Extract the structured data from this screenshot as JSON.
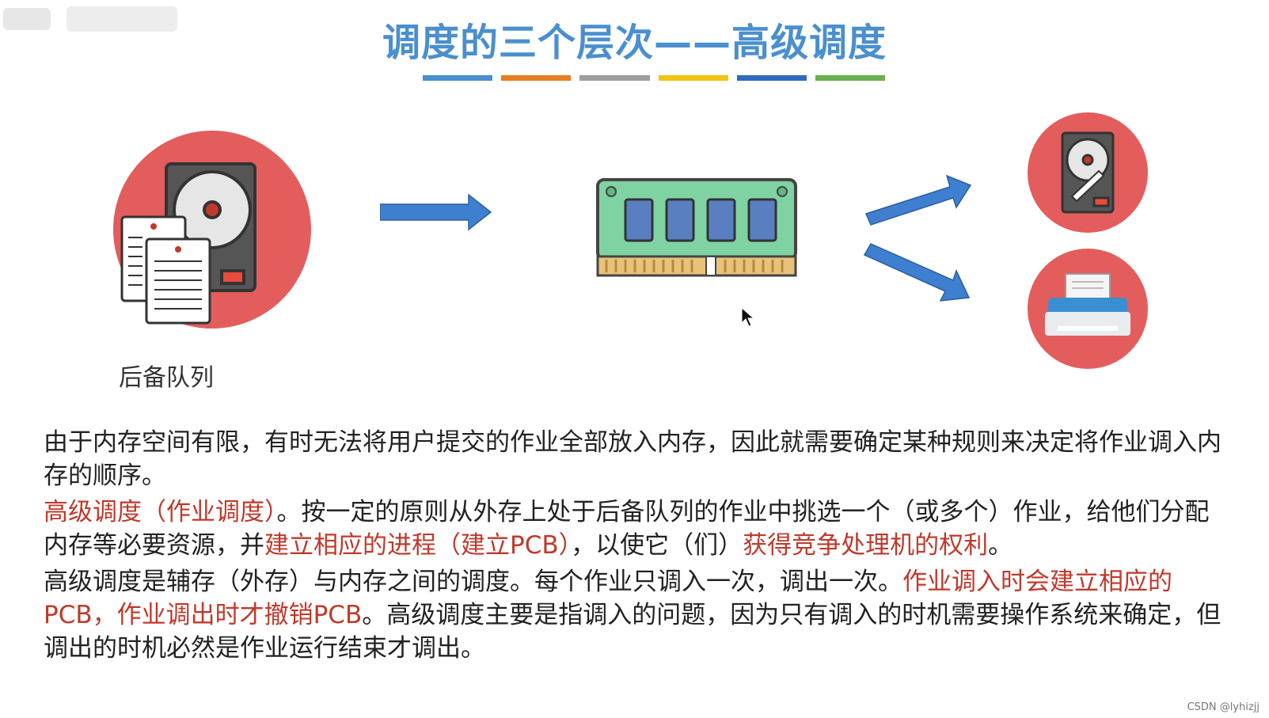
{
  "title": "调度的三个层次——高级调度",
  "colors": {
    "title": "#4a8fcf",
    "arrow": "#3f7fd0",
    "circle": "#e35d5d",
    "highlight": "#c0392b",
    "bar": [
      "#4a8fcf",
      "#e67e22",
      "#9e9e9e",
      "#f1c40f",
      "#2f6bbf",
      "#6ab04c"
    ]
  },
  "icons": {
    "source": "hard-disk-with-documents-icon",
    "memory": "ram-chip-icon",
    "target_top": "hard-disk-icon",
    "target_bottom": "printer-icon",
    "arrow": "arrow-right-icon"
  },
  "labels": {
    "queue": "后备队列"
  },
  "paragraphs": [
    [
      {
        "text": "由于内存空间有限，有时无法将用户提交的作业全部放入内存，因此就需要确定某种规则来决定将作业调入内存的顺序。",
        "red": false
      }
    ],
    [
      {
        "text": "高级调度（作业调度）",
        "red": true
      },
      {
        "text": "。按一定的原则从外存上处于后备队列的作业中挑选一个（或多个）作业，给他们分配内存等必要资源，并",
        "red": false
      },
      {
        "text": "建立相应的进程（建立PCB）",
        "red": true
      },
      {
        "text": "，以使它（们）",
        "red": false
      },
      {
        "text": "获得竞争处理机的权利",
        "red": true
      },
      {
        "text": "。",
        "red": false
      }
    ],
    [
      {
        "text": "高级调度是辅存（外存）与内存之间的调度。每个作业只调入一次，调出一次。",
        "red": false
      },
      {
        "text": "作业调入时会建立相应的PCB，作业调出时才撤销PCB",
        "red": true
      },
      {
        "text": "。高级调度主要是指调入的问题，因为只有调入的时机需要操作系统来确定，但调出的时机必然是作业运行结束才调出。",
        "red": false
      }
    ]
  ],
  "watermark": "CSDN @lyhizjj"
}
